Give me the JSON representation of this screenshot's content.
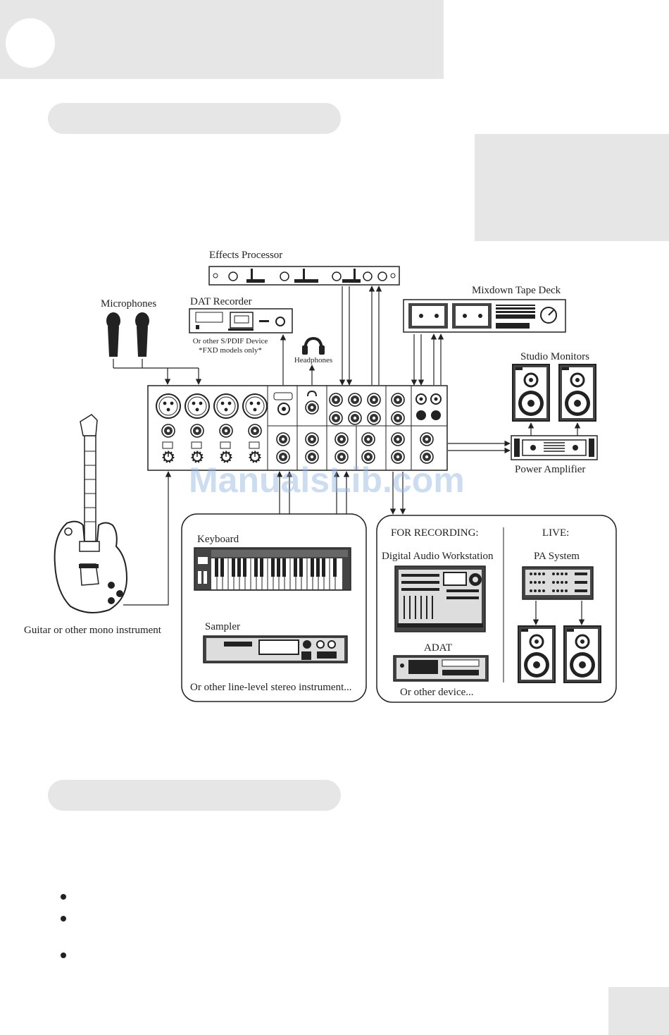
{
  "labels": {
    "effects_processor": "Effects Processor",
    "microphones": "Microphones",
    "dat_recorder": "DAT Recorder",
    "dat_note_1": "Or other S/PDIF Device",
    "dat_note_2": "*FXD models only*",
    "headphones": "Headphones",
    "mixdown_tape_deck": "Mixdown Tape Deck",
    "studio_monitors": "Studio Monitors",
    "power_amplifier": "Power Amplifier",
    "guitar": "Guitar or other mono instrument",
    "keyboard": "Keyboard",
    "sampler": "Sampler",
    "line_level_note": "Or other line-level stereo instrument...",
    "for_recording": "FOR RECORDING:",
    "live": "LIVE:",
    "daw": "Digital Audio Workstation",
    "pa_system": "PA System",
    "adat": "ADAT",
    "other_device": "Or other device..."
  },
  "watermark": "ManualsLib.com"
}
